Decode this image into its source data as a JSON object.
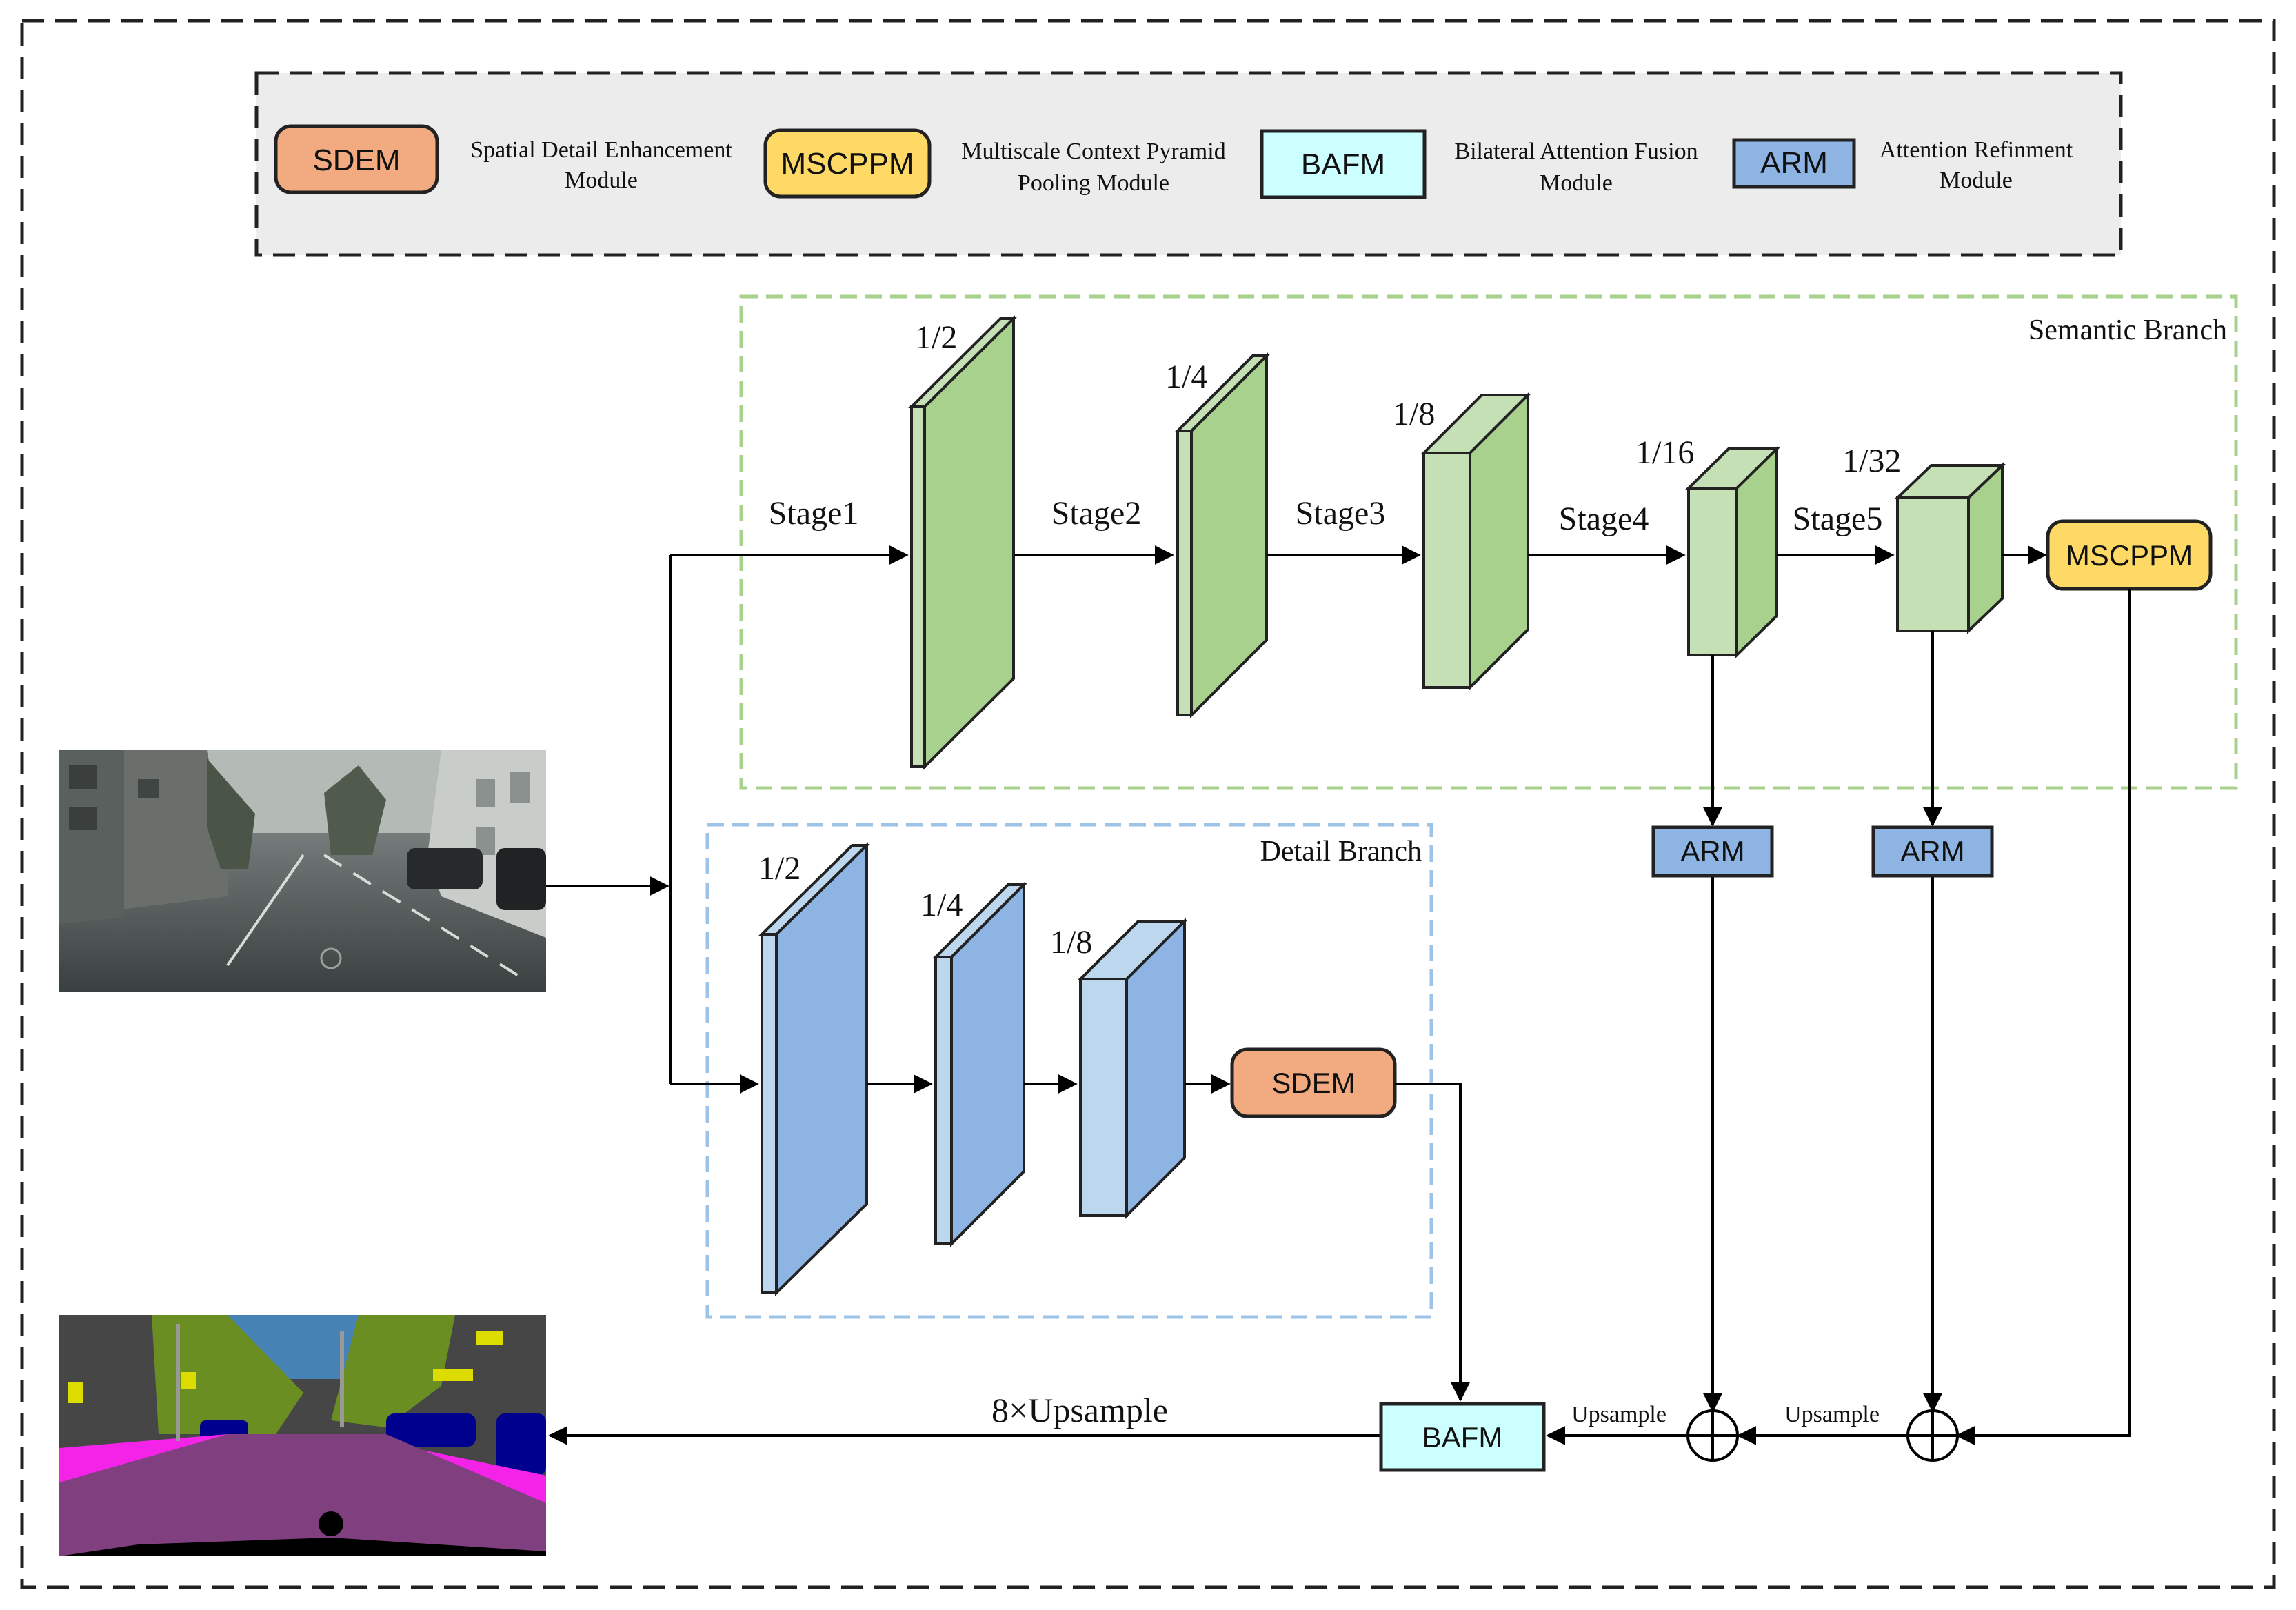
{
  "legend": {
    "items": [
      {
        "abbr": "SDEM",
        "line1": "Spatial Detail Enhancement",
        "line2": "Module",
        "color": "#f2ab80"
      },
      {
        "abbr": "MSCPPM",
        "line1": "Multiscale Context Pyramid",
        "line2": "Pooling Module",
        "color": "#ffd966"
      },
      {
        "abbr": "BAFM",
        "line1": "Bilateral Attention Fusion",
        "line2": "Module",
        "color": "#ccffff"
      },
      {
        "abbr": "ARM",
        "line1": "Attention Refinment",
        "line2": "Module",
        "color": "#8db4e2"
      }
    ]
  },
  "semantic_branch": {
    "title": "Semantic Branch",
    "stages": [
      "Stage1",
      "Stage2",
      "Stage3",
      "Stage4",
      "Stage5"
    ],
    "scales": [
      "1/2",
      "1/4",
      "1/8",
      "1/16",
      "1/32"
    ],
    "module": "MSCPPM"
  },
  "detail_branch": {
    "title": "Detail Branch",
    "scales": [
      "1/2",
      "1/4",
      "1/8"
    ],
    "module": "SDEM"
  },
  "fusion": {
    "arm_1": "ARM",
    "arm_2": "ARM",
    "bafm": "BAFM",
    "upsample_1": "Upsample",
    "upsample_2": "Upsample",
    "final_upsample": "8×Upsample"
  },
  "colors": {
    "semantic_front": "#a9d18e",
    "semantic_light": "#c5e0b4",
    "detail_front": "#8db4e2",
    "detail_light": "#bdd7ee",
    "legend_bg": "#ececec",
    "semantic_border": "#a9d18e",
    "detail_border": "#9dc3e6"
  }
}
